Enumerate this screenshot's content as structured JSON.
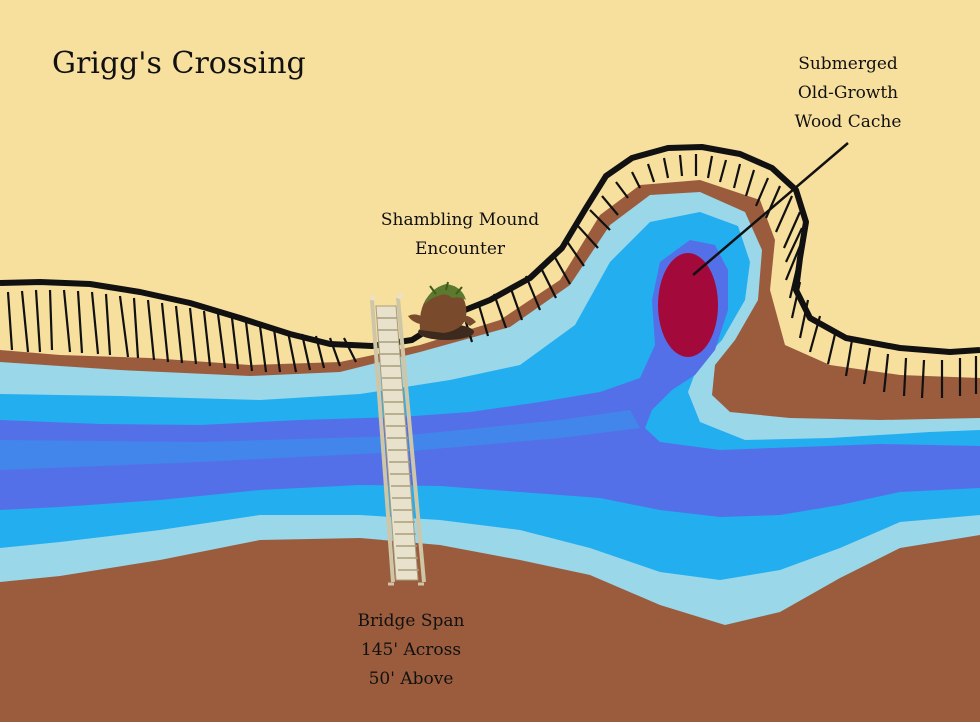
{
  "map": {
    "title": "Grigg's Crossing",
    "colors": {
      "sand": "#f7df9e",
      "earth": "#9a5c3d",
      "shallow_water": "#99d7e9",
      "mid_water": "#23aef0",
      "deep_water": "#5470e8",
      "cache": "#a3093a",
      "cliff_outline": "#111111",
      "bridge": "#e8e2cc"
    },
    "labels": {
      "cache": [
        "Submerged",
        "Old-Growth",
        "Wood Cache"
      ],
      "mound": [
        "Shambling Mound",
        "Encounter"
      ],
      "bridge": [
        "Bridge Span",
        "145' Across",
        "50' Above"
      ]
    },
    "icons": [
      "shambling-mound-icon",
      "bridge-icon",
      "wood-cache-marker",
      "cliff-edge"
    ]
  }
}
